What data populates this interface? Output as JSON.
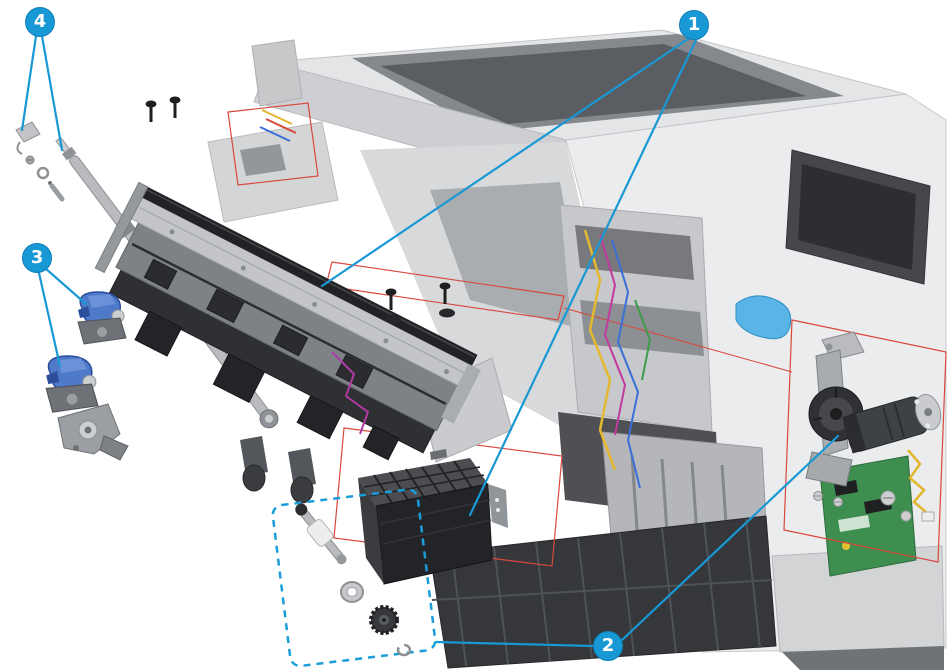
{
  "figure": {
    "kind": "exploded-parts-diagram",
    "callouts": [
      {
        "label": "1"
      },
      {
        "label": "2"
      },
      {
        "label": "3"
      },
      {
        "label": "4"
      }
    ]
  },
  "colors": {
    "callout_blue": "#1898d5",
    "leader_blue": "#1898d5",
    "annotation_red": "#d8483c",
    "part_blue": "#4f79c9",
    "kit_dash_blue": "#1b9dd9",
    "pcb_green": "#3e8e4f"
  }
}
